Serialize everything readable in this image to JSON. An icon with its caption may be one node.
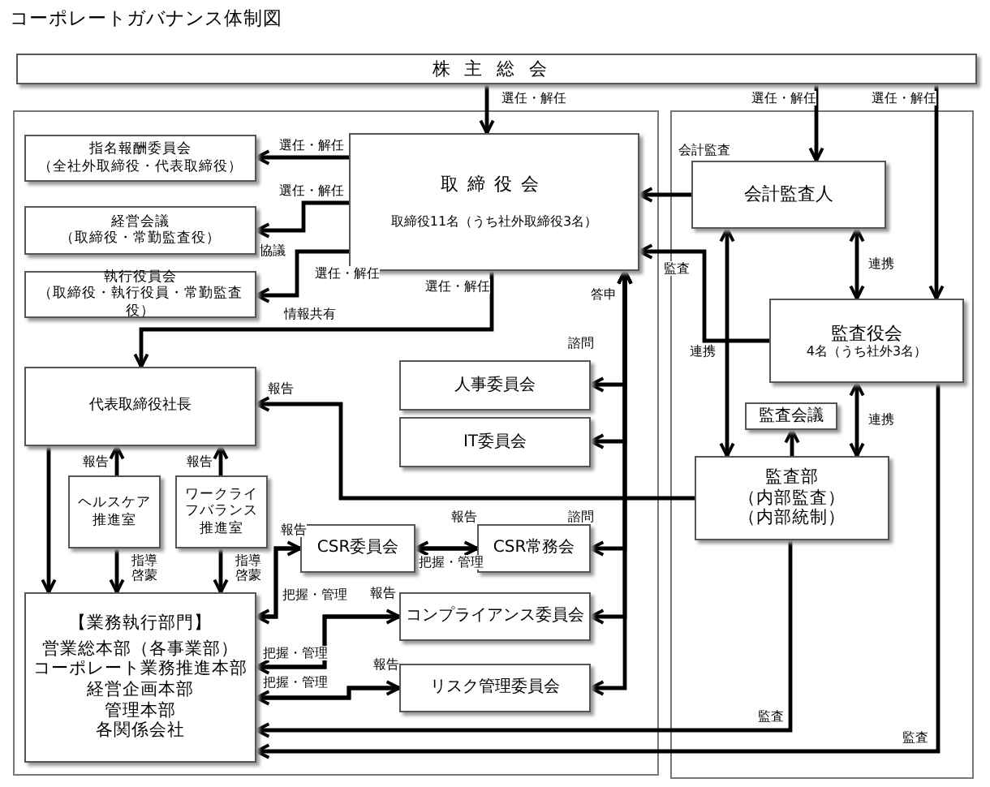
{
  "diagram": {
    "title": "コーポレートガバナンス体制図",
    "nodes": [
      {
        "text": [
          "株主総会"
        ]
      },
      {
        "text": [
          "取締役会",
          "取締役11名（うち社外取締役3名）"
        ]
      },
      {
        "text": [
          "指名報酬委員会",
          "（全社外取締役・代表取締役）"
        ]
      },
      {
        "text": [
          "経営会議",
          "（取締役・常勤監査役）"
        ]
      },
      {
        "text": [
          "執行役員会",
          "（取締役・執行役員・常勤監査役）"
        ]
      },
      {
        "text": [
          "代表取締役社長"
        ]
      },
      {
        "text": [
          "人事委員会"
        ]
      },
      {
        "text": [
          "IT委員会"
        ]
      },
      {
        "text": [
          "会計監査人"
        ]
      },
      {
        "text": [
          "監査役会",
          "4名（うち社外3名）"
        ]
      },
      {
        "text": [
          "監査会議"
        ]
      },
      {
        "text": [
          "監査部",
          "（内部監査）",
          "（内部統制）"
        ]
      },
      {
        "text": [
          "ヘルスケア",
          "推進室"
        ]
      },
      {
        "text": [
          "ワークライフバランス",
          "推進室"
        ]
      },
      {
        "text": [
          "【業務執行部門】",
          "営業総本部（各事業部）",
          "コーポレート業務推進本部",
          "経営企画本部",
          "管理本部",
          "各関係会社"
        ]
      },
      {
        "text": [
          "CSR委員会"
        ]
      },
      {
        "text": [
          "CSR常務会"
        ]
      },
      {
        "text": [
          "コンプライアンス委員会"
        ]
      },
      {
        "text": [
          "リスク管理委員会"
        ]
      }
    ],
    "edges": [
      {
        "from": 0,
        "to": 1,
        "arrow": "to",
        "label": "選任・解任"
      },
      {
        "from": 0,
        "to": 8,
        "arrow": "to",
        "label": "選任・解任"
      },
      {
        "from": 0,
        "to": 9,
        "arrow": "to",
        "label": "選任・解任"
      },
      {
        "from": 1,
        "to": 2,
        "arrow": "to",
        "label": "選任・解任"
      },
      {
        "from": 1,
        "to": 3,
        "arrow": "to",
        "label": "選任・解任"
      },
      {
        "from": 1,
        "to": 4,
        "arrow": "to",
        "label": "選任・解任"
      },
      {
        "from": 1,
        "to": 5,
        "arrow": "to",
        "label": "選任・解任"
      },
      {
        "from": 8,
        "to": 1,
        "arrow": "to"
      },
      {
        "from": 9,
        "to": 1,
        "arrow": "to",
        "label": "監査"
      },
      {
        "from": 8,
        "to": 11,
        "arrow": "both",
        "label": "連携"
      },
      {
        "from": 8,
        "to": 9,
        "arrow": "both",
        "label": "連携"
      },
      {
        "from": 9,
        "to": 11,
        "arrow": "both",
        "label": "連携"
      },
      {
        "from": 11,
        "to": 10,
        "arrow": "to"
      },
      {
        "from": 11,
        "to": 5,
        "arrow": "to",
        "label": "報告"
      },
      {
        "from": 1,
        "to": 6,
        "arrow": "both",
        "label": "諮問"
      },
      {
        "from": 1,
        "to": 7,
        "arrow": "both"
      },
      {
        "from": 1,
        "to": 16,
        "arrow": "both",
        "label": "諮問"
      },
      {
        "from": 1,
        "to": 17,
        "arrow": "both"
      },
      {
        "from": 1,
        "to": 18,
        "arrow": "both"
      },
      {
        "from": 5,
        "to": 14,
        "arrow": "to"
      },
      {
        "from": 12,
        "to": 5,
        "arrow": "to",
        "label": "報告"
      },
      {
        "from": 13,
        "to": 5,
        "arrow": "to",
        "label": "報告"
      },
      {
        "from": 12,
        "to": 14,
        "arrow": "to",
        "label": "指導啓蒙"
      },
      {
        "from": 13,
        "to": 14,
        "arrow": "to",
        "label": "指導啓蒙"
      },
      {
        "from": 14,
        "to": 15,
        "arrow": "to",
        "label": "報告"
      },
      {
        "from": 15,
        "to": 14,
        "arrow": "to",
        "label": "把握・管理"
      },
      {
        "from": 15,
        "to": 16,
        "arrow": "to",
        "label": "報告"
      },
      {
        "from": 16,
        "to": 15,
        "arrow": "to",
        "label": "把握・管理"
      },
      {
        "from": 14,
        "to": 17,
        "arrow": "to",
        "label": "報告"
      },
      {
        "from": 17,
        "to": 14,
        "arrow": "to",
        "label": "把握・管理"
      },
      {
        "from": 14,
        "to": 18,
        "arrow": "to",
        "label": "報告"
      },
      {
        "from": 18,
        "to": 14,
        "arrow": "to",
        "label": "把握・管理"
      },
      {
        "from": 11,
        "to": 14,
        "arrow": "to",
        "label": "監査"
      },
      {
        "from": 9,
        "to": 14,
        "arrow": "to",
        "label": "監査"
      }
    ],
    "labels": [
      "会計監査",
      "協議",
      "情報共有",
      "答申"
    ]
  }
}
